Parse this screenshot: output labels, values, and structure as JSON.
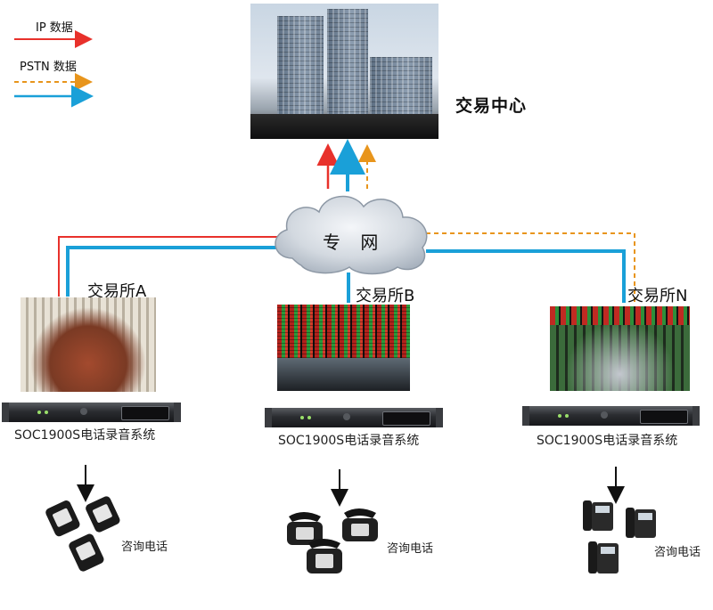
{
  "legend": {
    "ip_label": "IP 数据",
    "pstn_label": "PSTN 数据",
    "colors": {
      "ip": "#e8312b",
      "pstn": "#e8951c",
      "blue": "#1aa0d8"
    }
  },
  "center": {
    "label": "交易中心"
  },
  "network": {
    "label": "专 网"
  },
  "exchanges": [
    {
      "label": "交易所A",
      "device": "SOC1900S电话录音系统",
      "phones_label": "咨询电话"
    },
    {
      "label": "交易所B",
      "device": "SOC1900S电话录音系统",
      "phones_label": "咨询电话"
    },
    {
      "label": "交易所N",
      "device": "SOC1900S电话录音系统",
      "phones_label": "咨询电话"
    }
  ],
  "icons": [
    "headquarters-building",
    "cloud",
    "trading-floor",
    "rack-recorder",
    "desk-phone"
  ]
}
